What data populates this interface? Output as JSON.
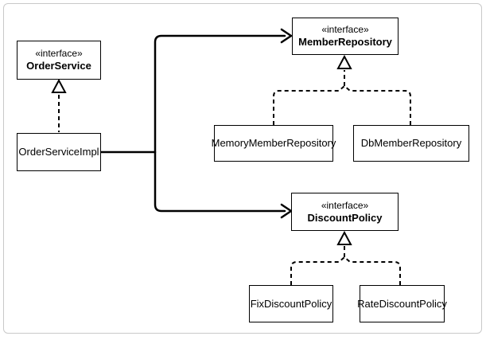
{
  "diagram": {
    "kind": "uml-class-diagram",
    "colors": {
      "line": "#000000",
      "frame_border": "#c9c9c9",
      "background": "#ffffff",
      "node_background": "#ffffff"
    },
    "nodes": [
      {
        "id": "order-service",
        "stereotype": "«interface»",
        "name": "OrderService"
      },
      {
        "id": "order-service-impl",
        "name": "OrderServiceImpl"
      },
      {
        "id": "member-repository",
        "stereotype": "«interface»",
        "name": "MemberRepository"
      },
      {
        "id": "memory-member-repository",
        "name": "MemoryMemberRepository"
      },
      {
        "id": "db-member-repository",
        "name": "DbMemberRepository"
      },
      {
        "id": "discount-policy",
        "stereotype": "«interface»",
        "name": "DiscountPolicy"
      },
      {
        "id": "fix-discount-policy",
        "name": "FixDiscountPolicy"
      },
      {
        "id": "rate-discount-policy",
        "name": "RateDiscountPolicy"
      }
    ],
    "edges": [
      {
        "from": "OrderServiceImpl",
        "to": "OrderService",
        "type": "realization"
      },
      {
        "from": "OrderServiceImpl",
        "to": "MemberRepository",
        "type": "dependency-arrow"
      },
      {
        "from": "OrderServiceImpl",
        "to": "DiscountPolicy",
        "type": "dependency-arrow"
      },
      {
        "from": "MemoryMemberRepository",
        "to": "MemberRepository",
        "type": "realization"
      },
      {
        "from": "DbMemberRepository",
        "to": "MemberRepository",
        "type": "realization"
      },
      {
        "from": "FixDiscountPolicy",
        "to": "DiscountPolicy",
        "type": "realization"
      },
      {
        "from": "RateDiscountPolicy",
        "to": "DiscountPolicy",
        "type": "realization"
      }
    ]
  }
}
